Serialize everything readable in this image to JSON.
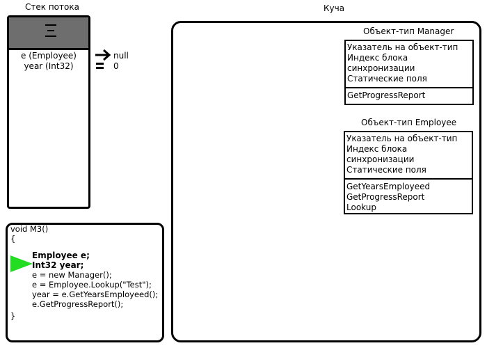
{
  "stack": {
    "title": "Стек потока",
    "vars": [
      {
        "label": "e (Employee)",
        "arrow": "→",
        "value": "null"
      },
      {
        "label": "year (Int32)",
        "arrow": "=",
        "value": "0"
      }
    ]
  },
  "heap": {
    "title": "Куча",
    "manager_type": {
      "title": "Объект-тип Manager",
      "fields": [
        "Указатель на объект-тип",
        "Индекс блока",
        "синхронизации",
        "Статические поля"
      ],
      "methods": [
        "GetProgressReport"
      ]
    },
    "employee_type": {
      "title": "Объект-тип Employee",
      "fields": [
        "Указатель на объект-тип",
        "Индекс блока",
        "синхронизации",
        "Статические поля"
      ],
      "methods": [
        "GetYearsEmployeed",
        "GetProgressReport",
        "Lookup"
      ]
    }
  },
  "code": {
    "lines": [
      "void M3()",
      "{",
      "Employee e;",
      "Int32 year;",
      "e = new Manager();",
      "e = Employee.Lookup(\"Test\");",
      "year = e.GetYearsEmployeed();",
      "e.GetProgressReport();",
      "}"
    ]
  },
  "colors": {
    "stack_top": "#6e6e6e",
    "pointer_arrow": "#22dd22"
  }
}
